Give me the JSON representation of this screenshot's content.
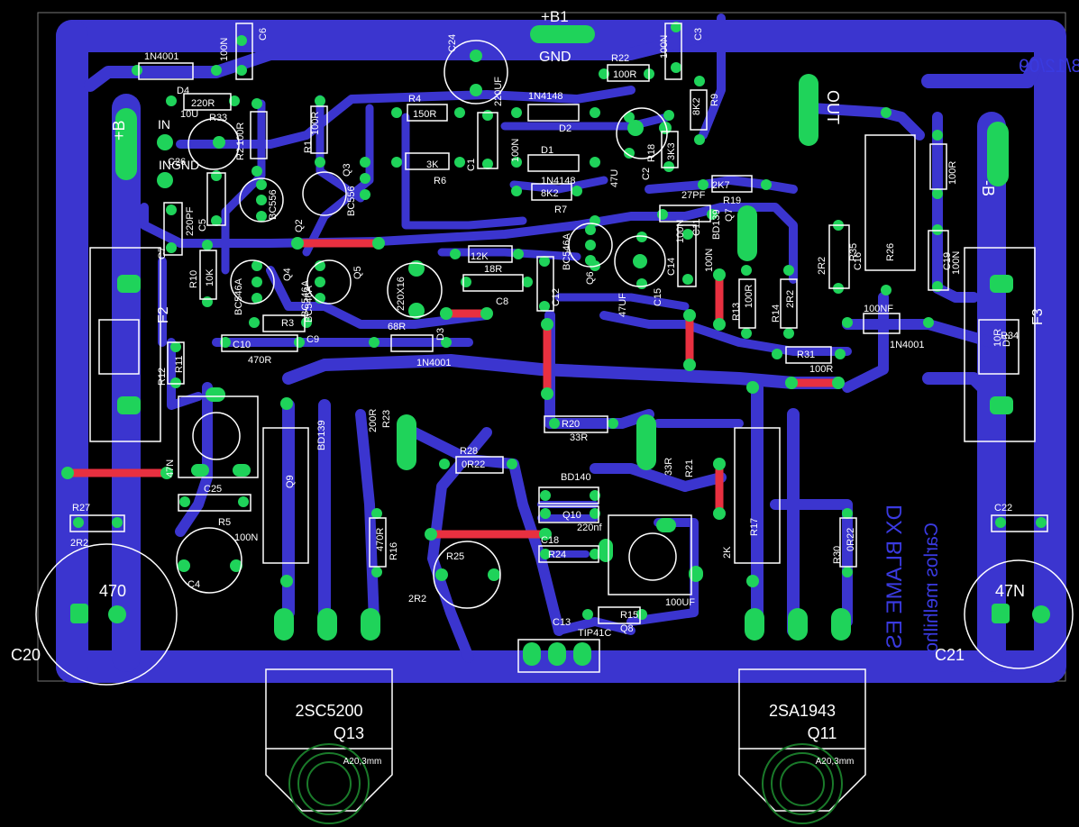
{
  "colors": {
    "background": "#000000",
    "copper": "#3b35cf",
    "pad": "#1fd35a",
    "jumper": "#e83040",
    "silk": "#ffffff",
    "mirror_text": "#3a3ae0",
    "heatsink_hole": "#1a7a2a"
  },
  "header": {
    "supply_pos": "+B1",
    "ground": "GND",
    "author": "Detoner 28/12/09",
    "out": "OUT",
    "plus_b": "+B",
    "minus_b": "-B",
    "input": "IN",
    "input_gnd": "INGND",
    "brand": "DX BLAME ES",
    "credit": "Carlos melhilho"
  },
  "transistors": [
    {
      "part": "2SC5200",
      "ref": "Q13",
      "hole": "A20,3mm"
    },
    {
      "part": "2SA1943",
      "ref": "Q11",
      "hole": "A20,3mm"
    }
  ],
  "big_caps": [
    {
      "ref": "C20",
      "value": "470"
    },
    {
      "ref": "C21",
      "value": "47N"
    }
  ],
  "fuses": [
    "F2",
    "F3"
  ],
  "labels": [
    "1N4001",
    "D4",
    "100N",
    "C6",
    "C24",
    "220UF",
    "R22",
    "100R",
    "100N",
    "C3",
    "220R",
    "R33",
    "R4",
    "150R",
    "1N4148",
    "D2",
    "8K2",
    "R9",
    "10U",
    "C26",
    "100R",
    "R2",
    "100R",
    "R1",
    "BC556",
    "Q2",
    "BC556",
    "Q3",
    "3K",
    "R6",
    "C1",
    "100N",
    "D1",
    "1N4148",
    "8K2",
    "R7",
    "47U",
    "C2",
    "3K3",
    "R18",
    "2K7",
    "R19",
    "27PF",
    "C11",
    "BD139",
    "Q7",
    "220PF",
    "C5",
    "C7",
    "100N",
    "BC546A",
    "Q6",
    "12K",
    "18R",
    "C8",
    "C12",
    "BC546A",
    "47UF",
    "C15",
    "C14",
    "100N",
    "R13",
    "100R",
    "R14",
    "2R2",
    "R10",
    "10K",
    "BC546A",
    "Q4",
    "BC546A",
    "Q5",
    "220X16",
    "C9",
    "R3",
    "68R",
    "1N4001",
    "D3",
    "C10",
    "470R",
    "R12",
    "R11",
    "10R",
    "R34",
    "100R",
    "R35",
    "R26",
    "2R2",
    "C16",
    "100N",
    "C19",
    "100NF",
    "1N4001",
    "D5",
    "R31",
    "100R",
    "200R",
    "R23",
    "BD139",
    "Q9",
    "R28",
    "0R22",
    "R20",
    "33R",
    "33R",
    "R21",
    "BD140",
    "Q10",
    "220nf",
    "C18",
    "R24",
    "R16",
    "470R",
    "R25",
    "2R2",
    "100UF",
    "C13",
    "R15",
    "TIP41C",
    "Q8",
    "2K",
    "R17",
    "R30",
    "0R22",
    "R27",
    "2R2",
    "C22",
    "47N",
    "C25",
    "R5",
    "100N",
    "C4",
    "C23",
    "220UF"
  ]
}
